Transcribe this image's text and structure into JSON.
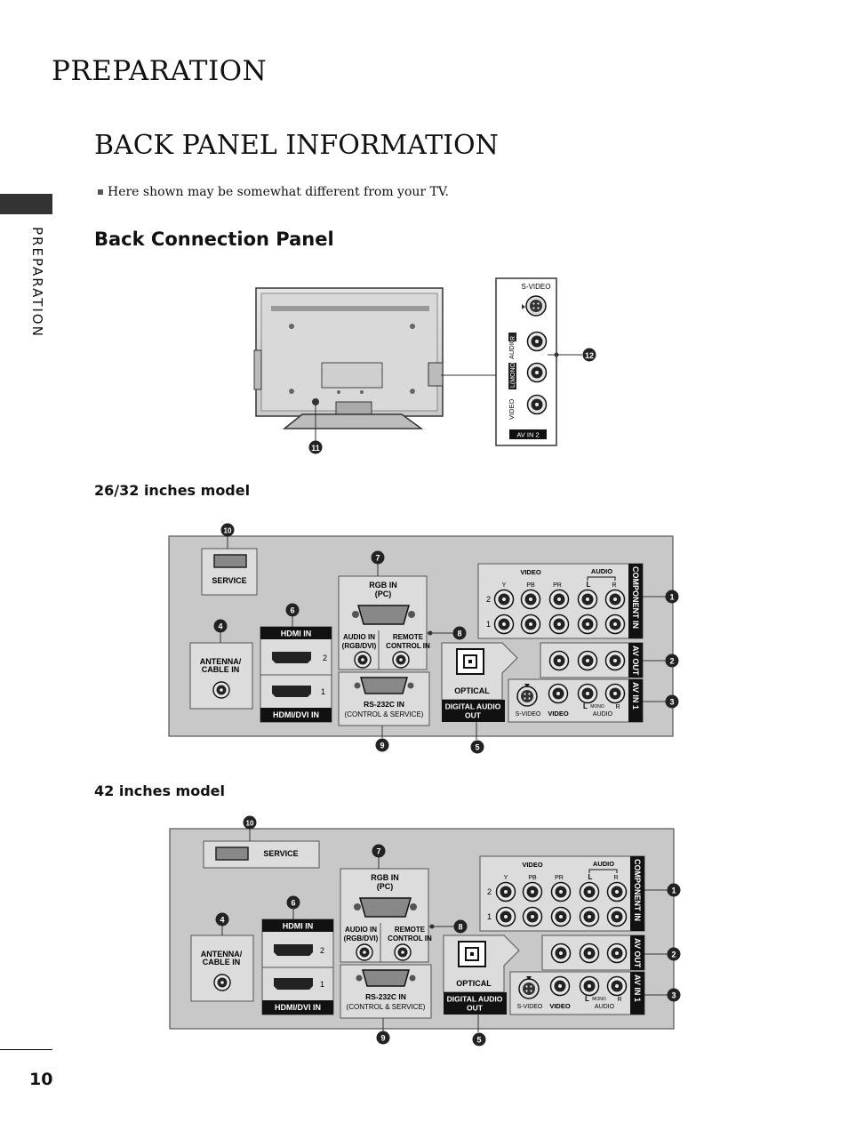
{
  "header": {
    "section": "PREPARATION"
  },
  "page": {
    "title": "BACK PANEL INFORMATION",
    "number": "10",
    "side_tab": "PREPARATION"
  },
  "note": "Here shown may be somewhat different from your TV.",
  "section_title": "Back Connection Panel",
  "models": {
    "first": "26/32 inches model",
    "second": "42 inches model"
  },
  "labels": {
    "svideo": "S-VIDEO",
    "video": "VIDEO",
    "audio": "AUDIO",
    "l_mono": "L(MONO)",
    "mono": "MONO",
    "r": "R",
    "l": "L",
    "av_in_2": "AV IN 2",
    "service": "SERVICE",
    "hdmi_in": "HDMI IN",
    "hdmi_dvi_in": "HDMI/DVI IN",
    "antenna_1": "ANTENNA/",
    "antenna_2": "CABLE IN",
    "rgb_in_1": "RGB IN",
    "rgb_in_2": "(PC)",
    "audio_in_1": "AUDIO IN",
    "audio_in_2": "(RGB/DVI)",
    "remote_1": "REMOTE",
    "remote_2": "CONTROL IN",
    "rs232_1": "RS-232C IN",
    "rs232_2": "(CONTROL & SERVICE)",
    "optical": "OPTICAL",
    "digital_1": "DIGITAL AUDIO",
    "digital_2": "OUT",
    "component_in": "COMPONENT IN",
    "av_out": "AV OUT",
    "av_in_1": "AV IN 1",
    "y": "Y",
    "pb": "PB",
    "pr": "PR",
    "row2": "2",
    "row1": "1"
  },
  "callouts": [
    "1",
    "2",
    "3",
    "4",
    "5",
    "6",
    "7",
    "8",
    "9",
    "10",
    "11",
    "12"
  ]
}
